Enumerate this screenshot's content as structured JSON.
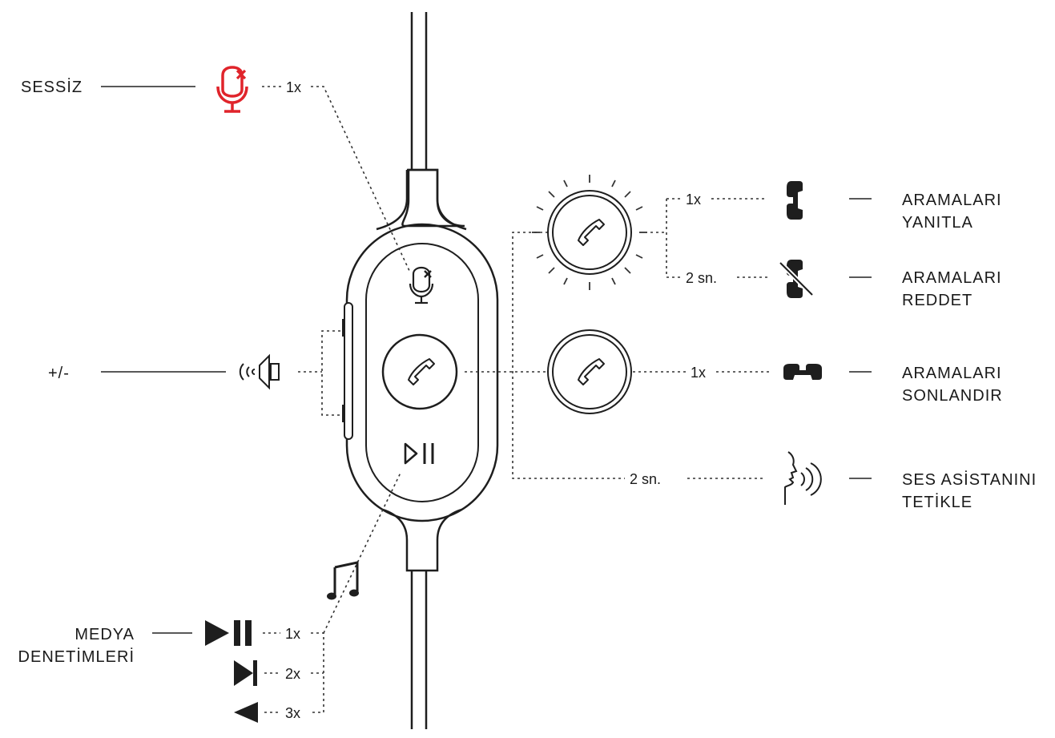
{
  "colors": {
    "mute_accent": "#e0242b",
    "ink": "#1a1a1a"
  },
  "labels": {
    "mute": "SESSİZ",
    "volume": "+/-",
    "media_line1": "MEDYA",
    "media_line2": "DENETİMLERİ",
    "answer_line1": "ARAMALARI",
    "answer_line2": "YANITLA",
    "reject_line1": "ARAMALARI",
    "reject_line2": "REDDET",
    "end_line1": "ARAMALARI",
    "end_line2": "SONLANDIR",
    "assistant_line1": "SES ASİSTANINI",
    "assistant_line2": "TETİKLE"
  },
  "counts": {
    "mute": "1x",
    "answer": "1x",
    "reject": "2 sn.",
    "end": "1x",
    "assistant": "2 sn.",
    "media_play": "1x",
    "media_next": "2x",
    "media_prev": "3x"
  },
  "icons": {
    "mute": "muted-microphone-icon",
    "volume": "speaker-volume-icon",
    "call_button": "phone-handset-icon",
    "answer": "phone-answer-icon",
    "reject": "phone-reject-icon",
    "end": "phone-hangup-icon",
    "assistant": "voice-assistant-icon",
    "music": "music-note-icon",
    "play_pause": "play-pause-icon",
    "next": "next-track-icon",
    "previous": "previous-track-icon"
  }
}
